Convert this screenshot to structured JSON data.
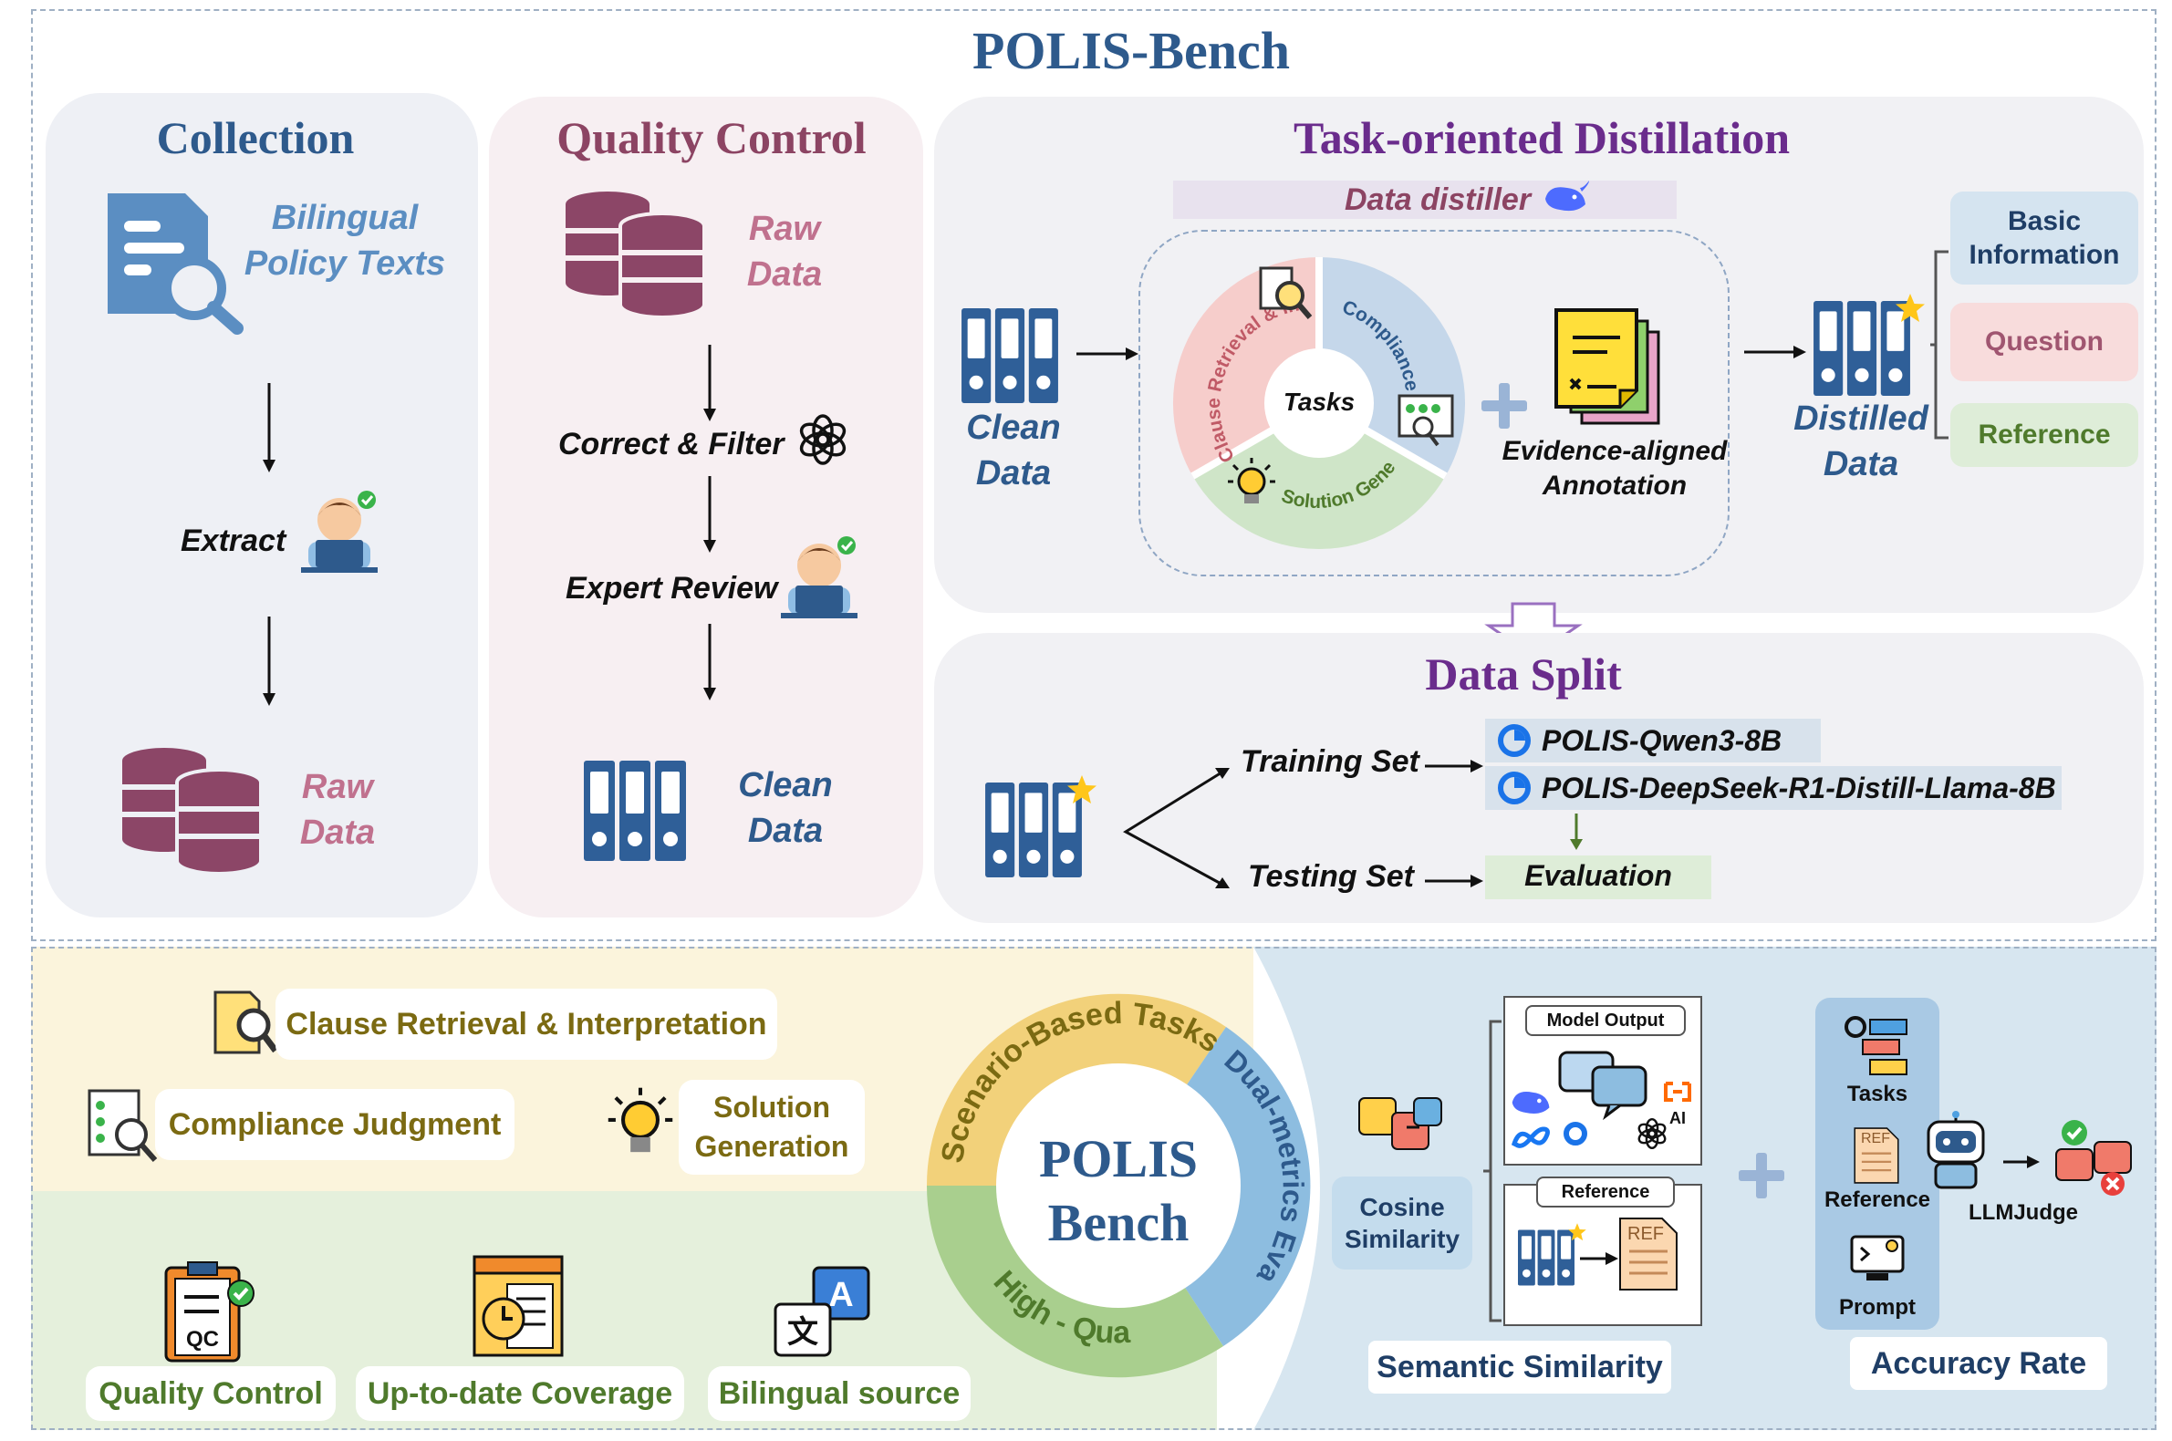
{
  "title": "POLIS-Bench",
  "colors": {
    "navy": "#2e5a8c",
    "maroon": "#8c4463",
    "purple": "#6a2c8c",
    "olive": "#7b6a12",
    "green": "#4f7a2c",
    "db": "#8c4667",
    "file": "#2f5f98",
    "doc": "#5b8ec2"
  },
  "collection": {
    "title": "Collection",
    "source_line1": "Bilingual",
    "source_line2": "Policy Texts",
    "step": "Extract",
    "output_line1": "Raw",
    "output_line2": "Data"
  },
  "quality": {
    "title": "Quality Control",
    "input_line1": "Raw",
    "input_line2": "Data",
    "step1": "Correct & Filter",
    "step2": "Expert Review",
    "output_line1": "Clean",
    "output_line2": "Data"
  },
  "distill": {
    "title": "Task-oriented Distillation",
    "distiller": "Data distiller",
    "input_line1": "Clean",
    "input_line2": "Data",
    "wheel_center": "Tasks",
    "wheel_seg1": "Clause Retrieval & Interpretation",
    "wheel_seg2": "Compliance Judgment",
    "wheel_seg3": "Solution Generation",
    "annot_line1": "Evidence-aligned",
    "annot_line2": "Annotation",
    "output_line1": "Distilled",
    "output_line2": "Data",
    "fields": [
      "Basic Information",
      "Question",
      "Reference"
    ]
  },
  "split": {
    "title": "Data Split",
    "train": "Training Set",
    "test": "Testing Set",
    "model1": "POLIS-Qwen3-8B",
    "model2": "POLIS-DeepSeek-R1-Distill-Llama-8B",
    "eval": "Evaluation"
  },
  "features": {
    "task1": "Clause Retrieval & Interpretation",
    "task2": "Compliance Judgment",
    "task3_line1": "Solution",
    "task3_line2": "Generation",
    "q1": "Quality Control",
    "q2": "Up-to-date Coverage",
    "q3": "Bilingual source"
  },
  "ring": {
    "center_line1": "POLIS",
    "center_line2": "Bench",
    "arc_top": "Scenario-Based Tasks",
    "arc_right": "Dual-metrics Evaluation",
    "arc_bottom": "High - Quality"
  },
  "metrics": {
    "model_output": "Model Output",
    "reference": "Reference",
    "ref_tag": "REF",
    "ai_tag": "AI",
    "cosine_line1": "Cosine",
    "cosine_line2": "Similarity",
    "semantic": "Semantic Similarity",
    "stack_tasks": "Tasks",
    "stack_reference": "Reference",
    "stack_prompt": "Prompt",
    "judge": "LLMJudge",
    "accuracy": "Accuracy Rate"
  },
  "icons": [
    "doc-search-icon",
    "database-icon",
    "worker-laptop-icon",
    "openai-icon",
    "binder-icon",
    "star-icon",
    "whale-icon",
    "plus-icon",
    "sticky-notes-icon",
    "arrow-icon",
    "qc-clipboard-icon",
    "calendar-doc-icon",
    "translate-icon",
    "lightbulb-icon",
    "robot-icon",
    "thumbs-icon"
  ]
}
